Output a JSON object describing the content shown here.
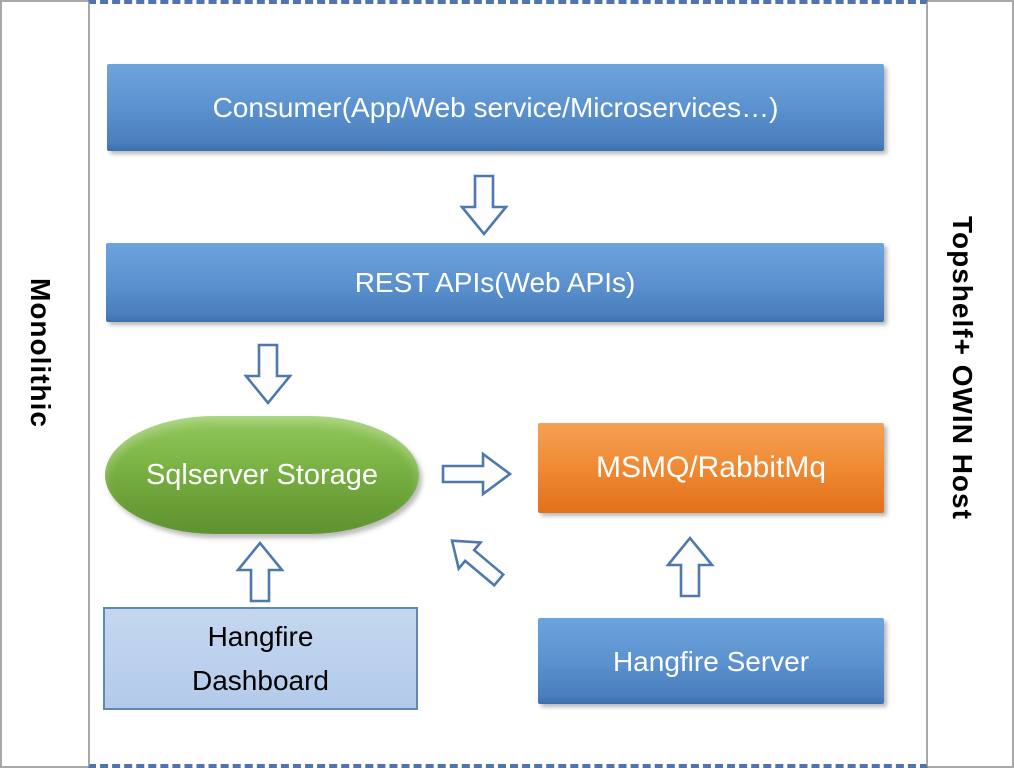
{
  "side_labels": {
    "left": "Monolithic",
    "right": "Topshelf+ OWIN Host"
  },
  "nodes": {
    "consumer": {
      "label": "Consumer(App/Web service/Microservices…)"
    },
    "rest_apis": {
      "label": "REST APIs(Web APIs)"
    },
    "sqlserver_storage": {
      "label": "Sqlserver Storage"
    },
    "msmq": {
      "label": "MSMQ/RabbitMq"
    },
    "hangfire_dashboard": {
      "label": "Hangfire Dashboard"
    },
    "hangfire_server": {
      "label": "Hangfire Server"
    }
  },
  "arrows": [
    {
      "name": "consumer-to-rest",
      "direction": "down"
    },
    {
      "name": "rest-to-storage",
      "direction": "down"
    },
    {
      "name": "storage-to-msmq",
      "direction": "right"
    },
    {
      "name": "dashboard-to-storage",
      "direction": "up"
    },
    {
      "name": "server-to-storage",
      "direction": "up-left"
    },
    {
      "name": "server-to-msmq",
      "direction": "up"
    }
  ],
  "colors": {
    "frame_border": "#a8a8a8",
    "dashed_border": "#4f74ae",
    "blue_top": "#6ea4dc",
    "blue_bottom": "#4a7ebe",
    "green_top": "#93c95e",
    "green_bottom": "#5e9230",
    "orange_top": "#f5a055",
    "orange_bottom": "#e2701a",
    "lightblue_fill": "#b3cbea",
    "arrow_stroke": "#4e79ac"
  }
}
